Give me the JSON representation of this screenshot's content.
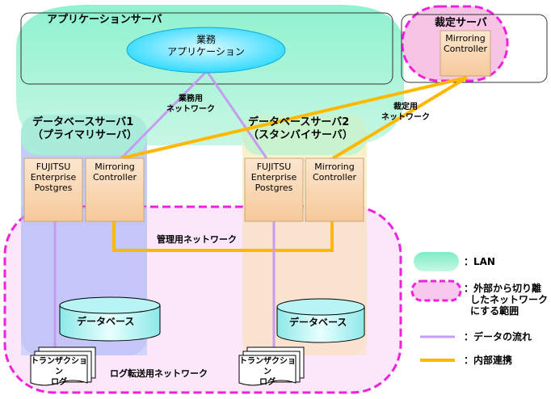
{
  "app_server": {
    "title": "アプリケーションサーバ",
    "app_line1": "業務",
    "app_line2": "アプリケーション"
  },
  "arbiter": {
    "title": "裁定サーバ",
    "mc_line1": "Mirroring",
    "mc_line2": "Controller"
  },
  "networks": {
    "business_line1": "業務用",
    "business_line2": "ネットワーク",
    "arbitration_line1": "裁定用",
    "arbitration_line2": "ネットワーク",
    "management": "管理用ネットワーク",
    "log_transfer": "ログ転送用ネットワーク"
  },
  "db1": {
    "title_line1": "データベースサーバ1",
    "title_line2": "（プライマリサーバ）",
    "fep_line1": "FUJITSU",
    "fep_line2": "Enterprise",
    "fep_line3": "Postgres",
    "mc_line1": "Mirroring",
    "mc_line2": "Controller",
    "database": "データベース",
    "tx_line1": "トランザクション",
    "tx_line2": "ログ"
  },
  "db2": {
    "title_line1": "データベースサーバ2",
    "title_line2": "（スタンバイサーバ）",
    "fep_line1": "FUJITSU",
    "fep_line2": "Enterprise",
    "fep_line3": "Postgres",
    "mc_line1": "Mirroring",
    "mc_line2": "Controller",
    "database": "データベース",
    "tx_line1": "トランザクション",
    "tx_line2": "ログ"
  },
  "legend": {
    "lan": "：LAN",
    "isolated_line1": "：外部から切り離",
    "isolated_line2": "したネットワーク",
    "isolated_line3": "にする範囲",
    "data_flow": "：データの流れ",
    "internal": "：内部連携"
  },
  "colors": {
    "lan": "#99f0cc",
    "isolated": "#f08ef0",
    "data_flow": "#c59cf2",
    "internal": "#ffb800",
    "app": "#2ee0ff"
  }
}
